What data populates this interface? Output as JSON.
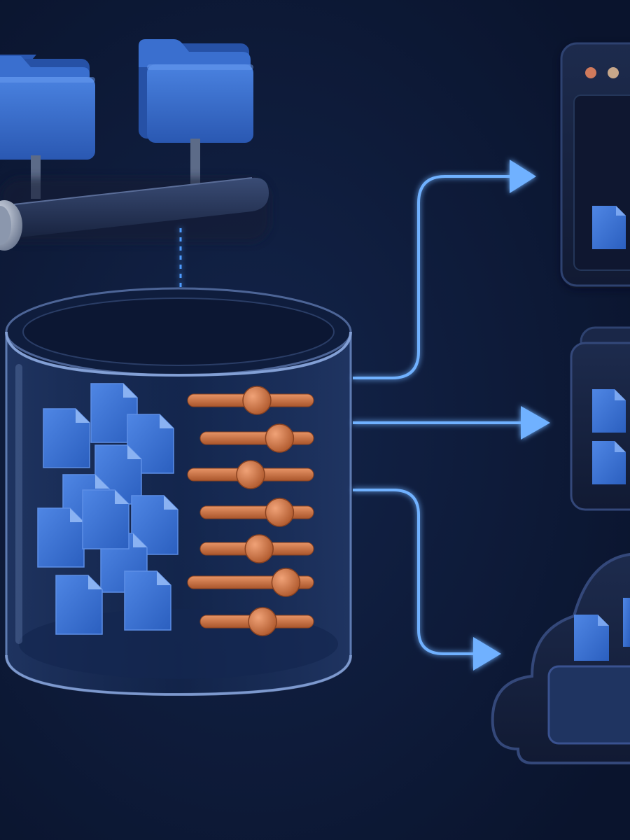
{
  "colors": {
    "background": "#0b1631",
    "background_glow": "#13244a",
    "folder_blue": "#2e63c0",
    "folder_blue_light": "#4a82e0",
    "doc_blue": "#3470d2",
    "doc_blue_light": "#6a9cf0",
    "rail_dark": "#1c2a4a",
    "rail_light": "#34466e",
    "glass_edge": "#6f8ec4",
    "glass_fill": "#1a2d55",
    "slider_copper": "#c8703f",
    "slider_copper_light": "#e79466",
    "arrow_glow": "#4d9cff",
    "arrow_core": "#8cc4ff",
    "panel_dark": "#141f3b",
    "panel_edge": "#2a3d66",
    "dot_red": "#d07a5c",
    "dot_beige": "#c7a78a"
  },
  "icons": {
    "source_folders": [
      "folder-icon",
      "folder-icon"
    ],
    "source_rail": "mount-rail-icon",
    "flow_in": "dotted-down-arrow-icon",
    "container": "glass-cylinder-icon",
    "stored_files": "document-icon",
    "settings": "slider-control-icon",
    "outputs": [
      "app-window-icon",
      "document-stack-panel-icon",
      "cloud-storage-icon"
    ]
  },
  "container": {
    "document_count": 11,
    "slider_count": 7,
    "slider_levels": [
      0.55,
      0.7,
      0.5,
      0.7,
      0.52,
      0.78,
      0.55
    ]
  },
  "outputs_count": 3
}
